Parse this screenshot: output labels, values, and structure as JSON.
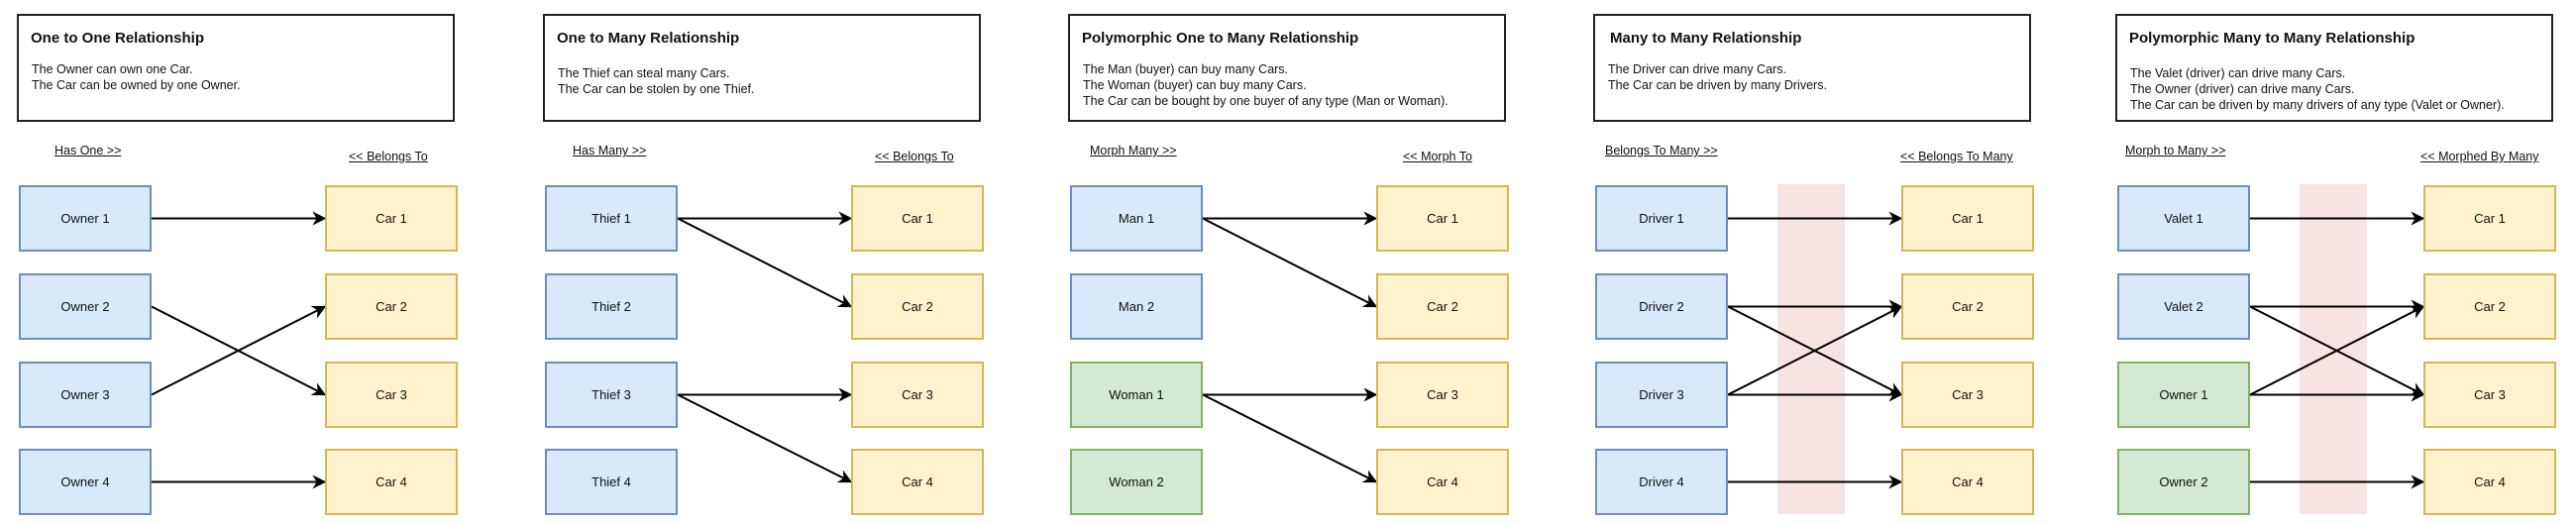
{
  "panels": [
    {
      "id": "one-to-one",
      "title": "One to One Relationship",
      "description": [
        "The Owner can own one Car.",
        "The Car can be owned by one Owner."
      ],
      "left_label": "Has One >>",
      "right_label": "<< Belongs To",
      "pivot_table": false,
      "left_nodes": [
        {
          "label": "Owner 1",
          "color": "blue"
        },
        {
          "label": "Owner 2",
          "color": "blue"
        },
        {
          "label": "Owner 3",
          "color": "blue"
        },
        {
          "label": "Owner 4",
          "color": "blue"
        }
      ],
      "right_nodes": [
        {
          "label": "Car 1",
          "color": "yellow"
        },
        {
          "label": "Car 2",
          "color": "yellow"
        },
        {
          "label": "Car 3",
          "color": "yellow"
        },
        {
          "label": "Car 4",
          "color": "yellow"
        }
      ],
      "edges": [
        [
          0,
          0
        ],
        [
          1,
          2
        ],
        [
          2,
          1
        ],
        [
          3,
          3
        ]
      ]
    },
    {
      "id": "one-to-many",
      "title": "One to Many Relationship",
      "description": [
        "The Thief can steal many Cars.",
        "The Car can be stolen by one Thief."
      ],
      "left_label": "Has Many >>",
      "right_label": "<< Belongs To",
      "pivot_table": false,
      "left_nodes": [
        {
          "label": "Thief 1",
          "color": "blue"
        },
        {
          "label": "Thief 2",
          "color": "blue"
        },
        {
          "label": "Thief 3",
          "color": "blue"
        },
        {
          "label": "Thief 4",
          "color": "blue"
        }
      ],
      "right_nodes": [
        {
          "label": "Car 1",
          "color": "yellow"
        },
        {
          "label": "Car 2",
          "color": "yellow"
        },
        {
          "label": "Car 3",
          "color": "yellow"
        },
        {
          "label": "Car 4",
          "color": "yellow"
        }
      ],
      "edges": [
        [
          0,
          0
        ],
        [
          0,
          1
        ],
        [
          2,
          2
        ],
        [
          2,
          3
        ]
      ]
    },
    {
      "id": "polymorphic-one-to-many",
      "title": "Polymorphic One to Many Relationship",
      "description": [
        "The Man (buyer) can buy many Cars.",
        "The Woman (buyer) can buy many Cars.",
        "The Car can be bought by one buyer of any type (Man or Woman)."
      ],
      "left_label": "Morph Many >>",
      "right_label": "<< Morph To",
      "pivot_table": false,
      "left_nodes": [
        {
          "label": "Man 1",
          "color": "blue"
        },
        {
          "label": "Man 2",
          "color": "blue"
        },
        {
          "label": "Woman 1",
          "color": "green"
        },
        {
          "label": "Woman 2",
          "color": "green"
        }
      ],
      "right_nodes": [
        {
          "label": "Car 1",
          "color": "yellow"
        },
        {
          "label": "Car 2",
          "color": "yellow"
        },
        {
          "label": "Car 3",
          "color": "yellow"
        },
        {
          "label": "Car 4",
          "color": "yellow"
        }
      ],
      "edges": [
        [
          0,
          0
        ],
        [
          0,
          1
        ],
        [
          2,
          2
        ],
        [
          2,
          3
        ]
      ]
    },
    {
      "id": "many-to-many",
      "title": "Many to Many Relationship",
      "description": [
        "The Driver can drive many Cars.",
        "The Car can be driven by many Drivers."
      ],
      "left_label": "Belongs To Many >>",
      "right_label": "<< Belongs To Many",
      "pivot_table": true,
      "left_nodes": [
        {
          "label": "Driver 1",
          "color": "blue"
        },
        {
          "label": "Driver 2",
          "color": "blue"
        },
        {
          "label": "Driver 3",
          "color": "blue"
        },
        {
          "label": "Driver 4",
          "color": "blue"
        }
      ],
      "right_nodes": [
        {
          "label": "Car 1",
          "color": "yellow"
        },
        {
          "label": "Car 2",
          "color": "yellow"
        },
        {
          "label": "Car 3",
          "color": "yellow"
        },
        {
          "label": "Car 4",
          "color": "yellow"
        }
      ],
      "edges": [
        [
          0,
          0
        ],
        [
          1,
          1
        ],
        [
          1,
          2
        ],
        [
          2,
          1
        ],
        [
          2,
          2
        ],
        [
          3,
          3
        ]
      ]
    },
    {
      "id": "polymorphic-many-to-many",
      "title": "Polymorphic Many to Many Relationship",
      "description": [
        "The Valet (driver) can drive many Cars.",
        "The Owner (driver) can drive many Cars.",
        "The Car can be driven by many drivers of any type (Valet or Owner)."
      ],
      "left_label": "Morph to Many >>",
      "right_label": "<< Morphed By Many",
      "pivot_table": true,
      "left_nodes": [
        {
          "label": "Valet 1",
          "color": "blue"
        },
        {
          "label": "Valet 2",
          "color": "blue"
        },
        {
          "label": "Owner 1",
          "color": "green"
        },
        {
          "label": "Owner 2",
          "color": "green"
        }
      ],
      "right_nodes": [
        {
          "label": "Car 1",
          "color": "yellow"
        },
        {
          "label": "Car 2",
          "color": "yellow"
        },
        {
          "label": "Car 3",
          "color": "yellow"
        },
        {
          "label": "Car 4",
          "color": "yellow"
        }
      ],
      "edges": [
        [
          0,
          0
        ],
        [
          1,
          1
        ],
        [
          1,
          2
        ],
        [
          2,
          1
        ],
        [
          2,
          2
        ],
        [
          3,
          3
        ]
      ]
    }
  ],
  "colors": {
    "blue_fill": "#dae8fc",
    "blue_stroke": "#6c8ebf",
    "green_fill": "#d5e8d4",
    "green_stroke": "#82b366",
    "yellow_fill": "#fff2cc",
    "yellow_stroke": "#d6b656",
    "pivot_fill": "#f5e4e2",
    "edge": "#000000"
  }
}
